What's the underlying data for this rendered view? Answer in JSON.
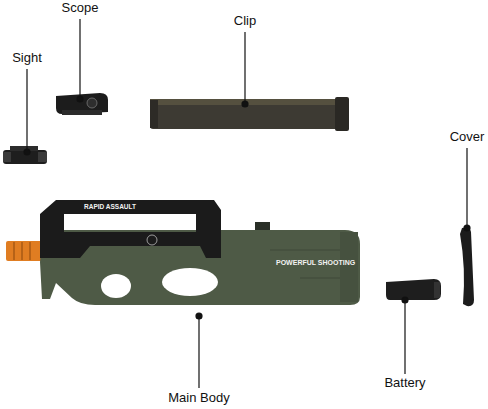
{
  "diagram": {
    "labels": [
      "Scope",
      "Clip",
      "Sight",
      "Cover",
      "Main Body",
      "Battery",
      "RAPID ASSAULT",
      "POWERFUL SHOOTING"
    ]
  }
}
